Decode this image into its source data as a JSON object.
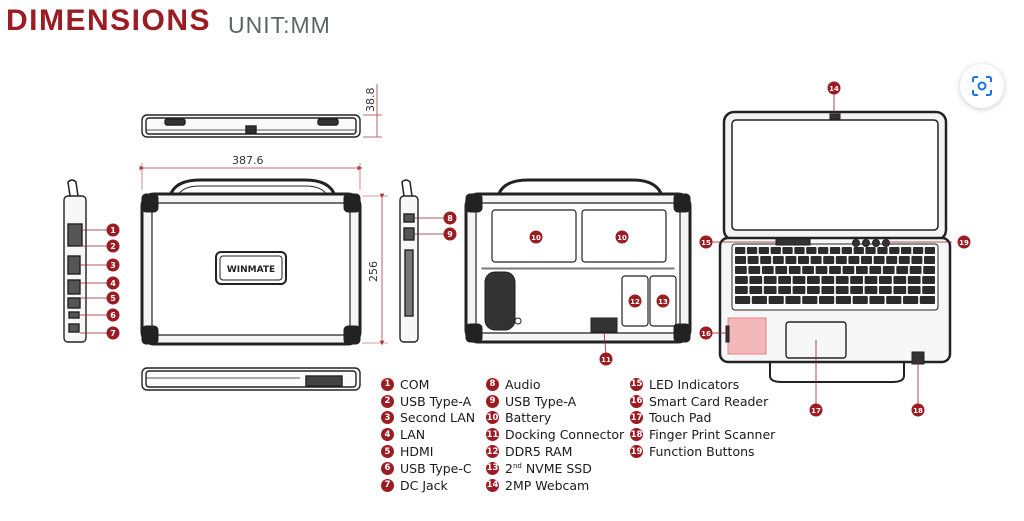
{
  "header": {
    "title": "DIMENSIONS",
    "unit": "UNIT:MM"
  },
  "dimensions": {
    "depth": "38.8",
    "width": "387.6",
    "height": "256"
  },
  "brand": {
    "logo_text": "WINMATE"
  },
  "legend": {
    "col1": [
      {
        "n": "1",
        "label": "COM"
      },
      {
        "n": "2",
        "label": "USB Type-A"
      },
      {
        "n": "3",
        "label": "Second LAN"
      },
      {
        "n": "4",
        "label": "LAN"
      },
      {
        "n": "5",
        "label": "HDMI"
      },
      {
        "n": "6",
        "label": "USB Type-C"
      },
      {
        "n": "7",
        "label": "DC Jack"
      }
    ],
    "col2": [
      {
        "n": "8",
        "label": "Audio"
      },
      {
        "n": "9",
        "label": "USB Type-A"
      },
      {
        "n": "10",
        "label": "Battery"
      },
      {
        "n": "11",
        "label": "Docking Connector"
      },
      {
        "n": "12",
        "label": "DDR5 RAM"
      },
      {
        "n": "13",
        "label": "2nd NVME SSD"
      },
      {
        "n": "14",
        "label": "2MP Webcam"
      }
    ],
    "col3": [
      {
        "n": "15",
        "label": "LED Indicators"
      },
      {
        "n": "16",
        "label": "Smart Card Reader"
      },
      {
        "n": "17",
        "label": "Touch Pad"
      },
      {
        "n": "18",
        "label": "Finger Print Scanner"
      },
      {
        "n": "19",
        "label": "Function Buttons"
      }
    ]
  },
  "colors": {
    "accent": "#9b1c23",
    "line": "#222222",
    "dim": "#b03a3f"
  },
  "icons": {
    "lens_button": "google-lens-icon"
  }
}
